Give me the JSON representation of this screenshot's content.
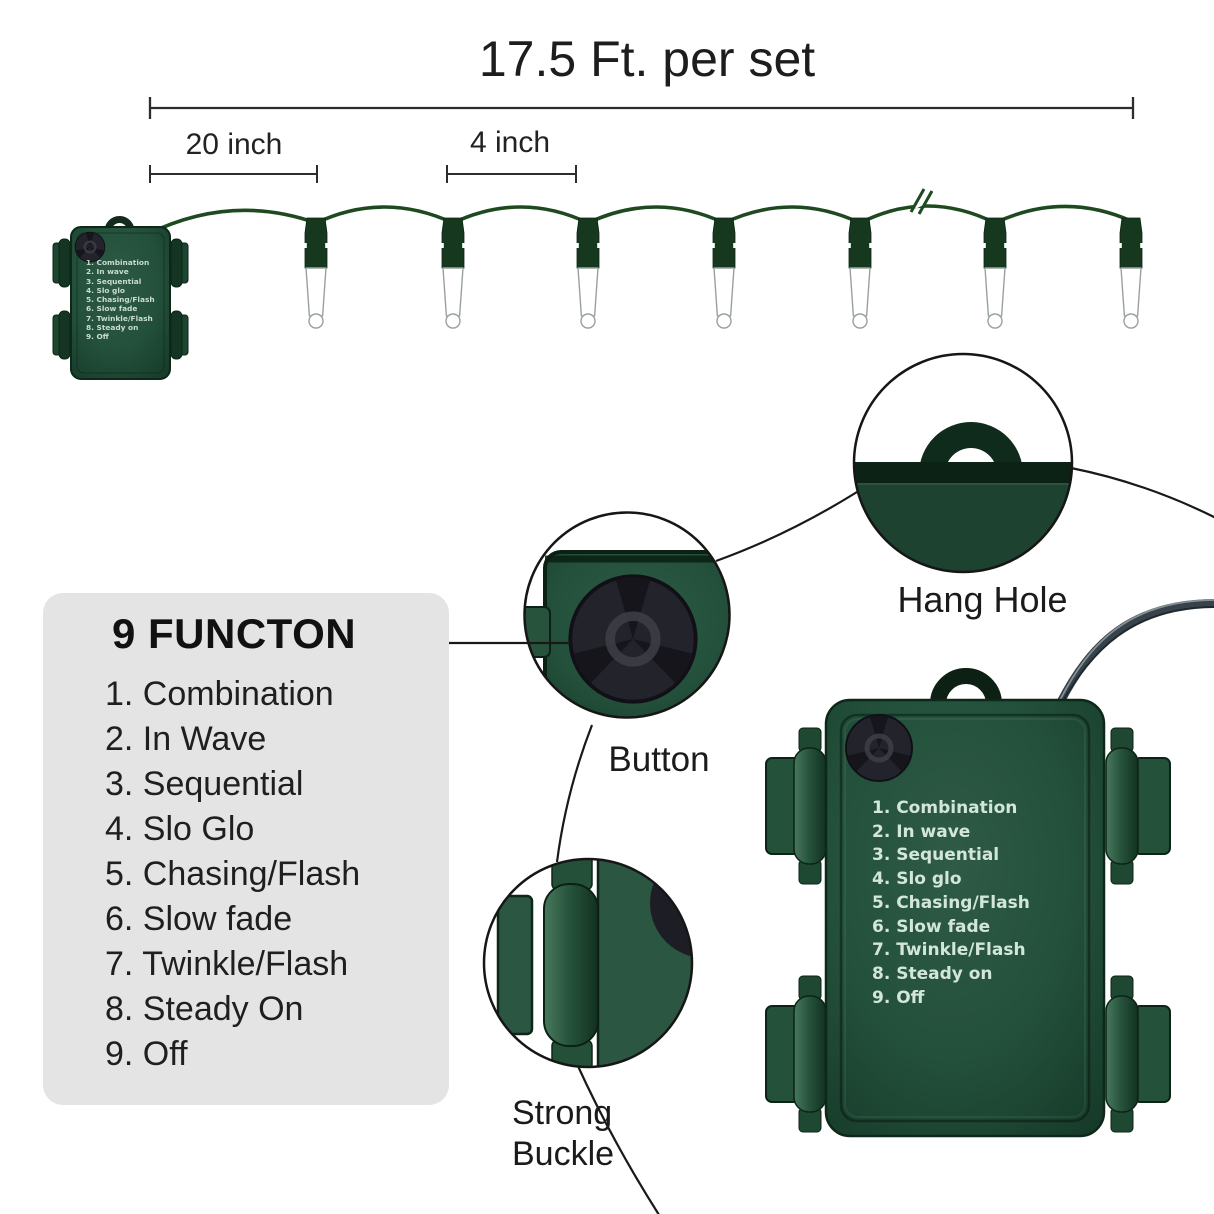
{
  "title": "17.5 Ft. per set",
  "dimensions": {
    "lead_label": "20 inch",
    "spacing_label": "4 inch"
  },
  "panel": {
    "heading": "9 FUNCTON",
    "items": [
      "1. Combination",
      "2. In Wave",
      "3. Sequential",
      "4. Slo Glo",
      "5. Chasing/Flash",
      "6. Slow fade",
      "7. Twinkle/Flash",
      "8. Steady On",
      "9. Off"
    ]
  },
  "box_functions": [
    "1. Combination",
    "2. In wave",
    "3. Sequential",
    "4. Slo glo",
    "5. Chasing/Flash",
    "6. Slow fade",
    "7. Twinkle/Flash",
    "8. Steady on",
    "9. Off"
  ],
  "callouts": {
    "button_label": "Button",
    "hang_hole_label": "Hang Hole",
    "strong_buckle_label": "Strong Buckle"
  },
  "colors": {
    "box_green": "#24513c",
    "box_green_dark": "#163a29",
    "wire_green": "#1e4a20",
    "button_dark": "#23232b",
    "panel_bg": "#e4e4e4",
    "box_label_text": "#d2e7da",
    "line_dark": "#1a1a1a"
  }
}
